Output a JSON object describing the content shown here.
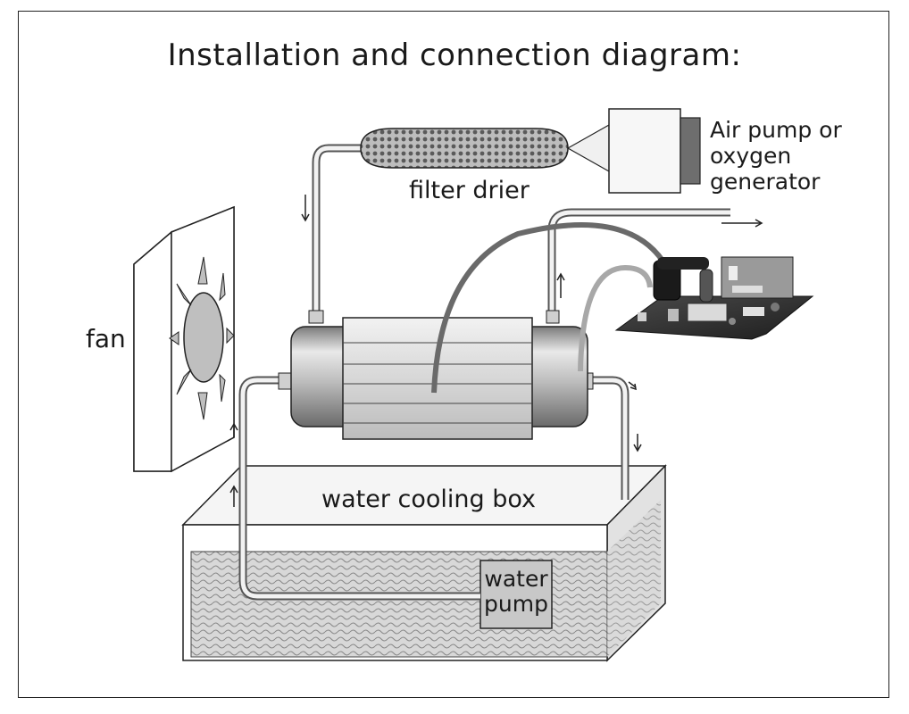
{
  "title": "Installation and connection diagram:",
  "labels": {
    "filter_drier": "filter drier",
    "air_pump_line1": "Air pump or",
    "air_pump_line2": "oxygen generator",
    "fan": "fan",
    "water_cooling_box": "water cooling box",
    "water_pump_line1": "water",
    "water_pump_line2": "pump"
  },
  "colors": {
    "outline": "#222222",
    "metal_light": "#e6e6e6",
    "metal_dark": "#8c8c8c",
    "pump_dark": "#6e6e6e",
    "water_fill": "#d4d4d4",
    "board": "#2a2a2a"
  }
}
